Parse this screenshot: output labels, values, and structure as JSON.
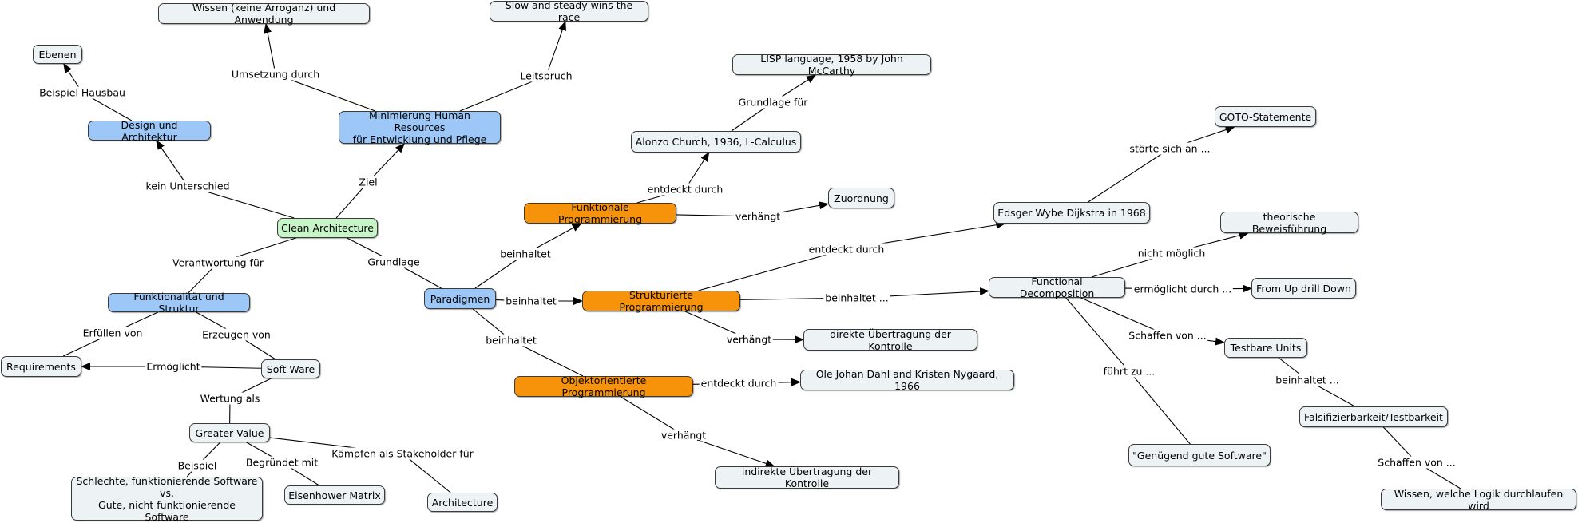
{
  "colors": {
    "default": "#edf3f5",
    "blue": "#9cc7f7",
    "green": "#c8f5c8",
    "orange": "#f7920b",
    "line": "#000000"
  },
  "nodes": [
    {
      "id": "clean",
      "text": "Clean Architecture",
      "color": "green"
    },
    {
      "id": "design",
      "text": "Design und Architektur",
      "color": "blue"
    },
    {
      "id": "ebenen",
      "text": "Ebenen",
      "color": "default"
    },
    {
      "id": "minimierung",
      "text": "Minimierung Human Resources\nfür Entwicklung und Pflege",
      "color": "blue"
    },
    {
      "id": "wissen_arroganz",
      "text": "Wissen (keine Arroganz) und Anwendung",
      "color": "default"
    },
    {
      "id": "slow",
      "text": "Slow and steady wins the race",
      "color": "default"
    },
    {
      "id": "funktionalitaet",
      "text": "Funktionalität und Struktur",
      "color": "blue"
    },
    {
      "id": "requirements",
      "text": "Requirements",
      "color": "default"
    },
    {
      "id": "software",
      "text": "Soft-Ware",
      "color": "default"
    },
    {
      "id": "greater",
      "text": "Greater Value",
      "color": "default"
    },
    {
      "id": "schlechte",
      "text": "Schlechte, funktionierende Software\nvs.\nGute, nicht funktionierende Software",
      "color": "default"
    },
    {
      "id": "eisenhower",
      "text": "Eisenhower Matrix",
      "color": "default"
    },
    {
      "id": "architecture",
      "text": "Architecture",
      "color": "default"
    },
    {
      "id": "paradigmen",
      "text": "Paradigmen",
      "color": "blue"
    },
    {
      "id": "funktionale",
      "text": "Funktionale Programmierung",
      "color": "orange"
    },
    {
      "id": "strukturierte",
      "text": "Strukturierte Programmierung",
      "color": "orange"
    },
    {
      "id": "objektorientierte",
      "text": "Objektorientierte Programmierung",
      "color": "orange"
    },
    {
      "id": "alonzo",
      "text": "Alonzo Church, 1936, L-Calculus",
      "color": "default"
    },
    {
      "id": "lisp",
      "text": "LISP language, 1958 by John McCarthy",
      "color": "default"
    },
    {
      "id": "zuordnung",
      "text": "Zuordnung",
      "color": "default"
    },
    {
      "id": "direkte",
      "text": "direkte Übertragung der Kontrolle",
      "color": "default"
    },
    {
      "id": "ole",
      "text": "Ole Johan Dahl and Kristen Nygaard, 1966",
      "color": "default"
    },
    {
      "id": "indirekte",
      "text": "indirekte Übertragung der Kontrolle",
      "color": "default"
    },
    {
      "id": "dijkstra",
      "text": "Edsger Wybe Dijkstra in 1968",
      "color": "default"
    },
    {
      "id": "goto",
      "text": "GOTO-Statemente",
      "color": "default"
    },
    {
      "id": "functional",
      "text": "Functional Decomposition",
      "color": "default"
    },
    {
      "id": "theorische",
      "text": "theorische Beweisführung",
      "color": "default"
    },
    {
      "id": "fromup",
      "text": "From Up drill Down",
      "color": "default"
    },
    {
      "id": "testbare",
      "text": "Testbare Units",
      "color": "default"
    },
    {
      "id": "genuegend",
      "text": "\"Genügend gute Software\"",
      "color": "default"
    },
    {
      "id": "falsifizierbarkeit",
      "text": "Falsifizierbarkeit/Testbarkeit",
      "color": "default"
    },
    {
      "id": "wissen_logik",
      "text": "Wissen, welche Logik durchlaufen wird",
      "color": "default"
    }
  ],
  "edges": [
    {
      "from": "clean",
      "to": "design",
      "label": "kein Unterschied",
      "arrow": true
    },
    {
      "from": "design",
      "to": "ebenen",
      "label": "Beispiel Hausbau",
      "arrow": true
    },
    {
      "from": "clean",
      "to": "minimierung",
      "label": "Ziel",
      "arrow": true
    },
    {
      "from": "minimierung",
      "to": "wissen_arroganz",
      "label": "Umsetzung durch",
      "arrow": true
    },
    {
      "from": "minimierung",
      "to": "slow",
      "label": "Leitspruch",
      "arrow": true
    },
    {
      "from": "clean",
      "to": "funktionalitaet",
      "label": "Verantwortung für",
      "arrow": false
    },
    {
      "from": "funktionalitaet",
      "to": "requirements",
      "label": "Erfüllen von",
      "arrow": false
    },
    {
      "from": "funktionalitaet",
      "to": "software",
      "label": "Erzeugen von",
      "arrow": false
    },
    {
      "from": "software",
      "to": "requirements",
      "label": "Ermöglicht",
      "arrow": true
    },
    {
      "from": "software",
      "to": "greater",
      "label": "Wertung als",
      "arrow": false
    },
    {
      "from": "greater",
      "to": "schlechte",
      "label": "Beispiel",
      "arrow": false
    },
    {
      "from": "greater",
      "to": "eisenhower",
      "label": "Begründet mit",
      "arrow": false
    },
    {
      "from": "greater",
      "to": "architecture",
      "label": "Kämpfen als Stakeholder für",
      "arrow": false
    },
    {
      "from": "clean",
      "to": "paradigmen",
      "label": "Grundlage",
      "arrow": false
    },
    {
      "from": "paradigmen",
      "to": "funktionale",
      "label": "beinhaltet",
      "arrow": true
    },
    {
      "from": "paradigmen",
      "to": "strukturierte",
      "label": "beinhaltet",
      "arrow": true
    },
    {
      "from": "paradigmen",
      "to": "objektorientierte",
      "label": "beinhaltet",
      "arrow": false
    },
    {
      "from": "funktionale",
      "to": "alonzo",
      "label": "entdeckt durch",
      "arrow": true
    },
    {
      "from": "alonzo",
      "to": "lisp",
      "label": "Grundlage für",
      "arrow": true
    },
    {
      "from": "funktionale",
      "to": "zuordnung",
      "label": "verhängt",
      "arrow": true
    },
    {
      "from": "strukturierte",
      "to": "direkte",
      "label": "verhängt",
      "arrow": true
    },
    {
      "from": "strukturierte",
      "to": "dijkstra",
      "label": "entdeckt durch",
      "arrow": true
    },
    {
      "from": "dijkstra",
      "to": "goto",
      "label": "störte sich an ...",
      "arrow": true
    },
    {
      "from": "strukturierte",
      "to": "functional",
      "label": "beinhaltet ...",
      "arrow": true
    },
    {
      "from": "functional",
      "to": "theorische",
      "label": "nicht möglich",
      "arrow": true
    },
    {
      "from": "functional",
      "to": "fromup",
      "label": "ermöglicht durch ...",
      "arrow": true
    },
    {
      "from": "functional",
      "to": "testbare",
      "label": "Schaffen von ...",
      "arrow": true
    },
    {
      "from": "functional",
      "to": "genuegend",
      "label": "führt zu ...",
      "arrow": false
    },
    {
      "from": "testbare",
      "to": "falsifizierbarkeit",
      "label": "beinhaltet ...",
      "arrow": false
    },
    {
      "from": "falsifizierbarkeit",
      "to": "wissen_logik",
      "label": "Schaffen von ...",
      "arrow": false
    },
    {
      "from": "objektorientierte",
      "to": "ole",
      "label": "entdeckt durch",
      "arrow": true
    },
    {
      "from": "objektorientierte",
      "to": "indirekte",
      "label": "verhängt",
      "arrow": true
    }
  ]
}
